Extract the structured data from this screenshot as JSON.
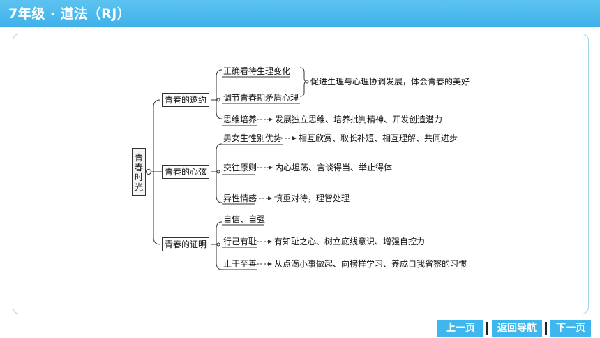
{
  "header": {
    "title": "7年级 · 道法（RJ）"
  },
  "diagram": {
    "root": [
      "青",
      "春",
      "时",
      "光"
    ],
    "branches": [
      {
        "label": "青春的邀约",
        "items": [
          {
            "label": "正确看待生理变化"
          },
          {
            "label": "调节青春期矛盾心理"
          },
          {
            "label": "思维培养",
            "result": "发展独立思维、培养批判精神、开发创造潜力"
          }
        ],
        "bracket_result": "促进生理与心理协调发展，体会青春的美好"
      },
      {
        "label": "青春的心弦",
        "items": [
          {
            "label": "男女生性别优势",
            "result": "相互欣赏、取长补短、相互理解、共同进步"
          },
          {
            "label": "交往原则",
            "result": "内心坦荡、言谈得当、举止得体"
          },
          {
            "label": "异性情感",
            "result": "慎重对待，理智处理"
          }
        ]
      },
      {
        "label": "青春的证明",
        "items": [
          {
            "label": "自信、自强"
          },
          {
            "label": "行己有耻",
            "result": "有知耻之心、树立底线意识、增强自控力"
          },
          {
            "label": "止于至善",
            "result": "从点滴小事做起、向榜样学习、养成自我省察的习惯"
          }
        ]
      }
    ]
  },
  "nav": {
    "prev": "上一页",
    "home": "返回导航",
    "next": "下一页"
  }
}
